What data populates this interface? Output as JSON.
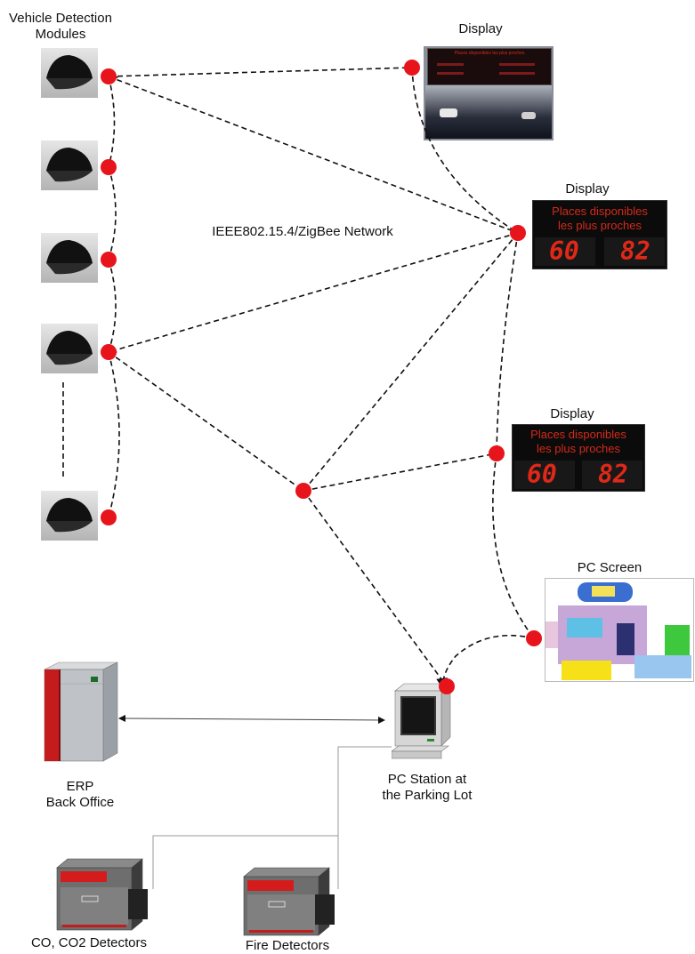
{
  "labels": {
    "vehicle_modules": "Vehicle Detection\nModules",
    "display_1": "Display",
    "display_2": "Display",
    "display_3": "Display",
    "network": "IEEE802.15.4/ZigBee Network",
    "pc_screen": "PC Screen",
    "erp": "ERP\nBack Office",
    "pc_station": "PC Station at\nthe Parking Lot",
    "co_detectors": "CO, CO2 Detectors",
    "fire_detectors": "Fire Detectors"
  },
  "display_panels": {
    "top_text": "Places disponibles les plus proches",
    "line1": "Places disponibles",
    "line2": "les plus proches",
    "left_num": "60",
    "right_num": "82"
  },
  "colors": {
    "node": "#e8141c",
    "link": "#111111",
    "panel_bg": "#0b0b0b",
    "panel_text": "#d42a1a"
  },
  "icons": {
    "sensor": "vehicle-sensor-icon",
    "server": "server-icon",
    "pc": "desktop-pc-icon",
    "detector": "detector-box-icon"
  }
}
